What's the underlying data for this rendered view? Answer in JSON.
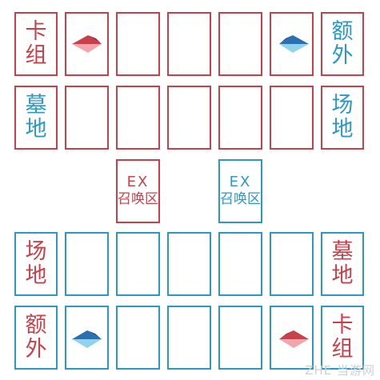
{
  "zones": {
    "deck": "卡组",
    "extra": "额外",
    "graveyard": "墓地",
    "field": "场地",
    "ex_summon_top": "EX",
    "ex_summon_bottom": "召唤区"
  },
  "colors": {
    "red": "#c8414a",
    "blue": "#2b98c6"
  },
  "watermark": "ZHE 当游网"
}
